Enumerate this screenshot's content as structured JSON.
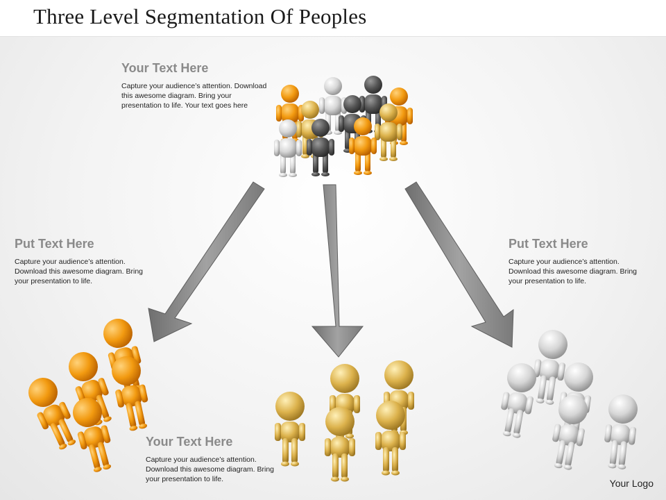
{
  "title": "Three Level Segmentation Of Peoples",
  "top_block": {
    "heading": "Your Text Here",
    "body": "Capture your audience’s attention. Download this awesome diagram. Bring your presentation to life. Your text goes here"
  },
  "left_block": {
    "heading": "Put Text Here",
    "body": "Capture your audience’s attention. Download this awesome diagram. Bring your presentation to life."
  },
  "right_block": {
    "heading": "Put Text Here",
    "body": "Capture your audience’s attention. Download this awesome diagram. Bring your presentation to life."
  },
  "bottom_block": {
    "heading": "Your Text Here",
    "body": "Capture your audience’s attention. Download this awesome diagram. Bring your presentation to life."
  },
  "logo": "Your Logo",
  "colors": {
    "orange": "#f09000",
    "gold": "#d8a83a",
    "silver": "#cfcfcf",
    "dark": "#555555",
    "arrow": "#8c8c8c"
  }
}
